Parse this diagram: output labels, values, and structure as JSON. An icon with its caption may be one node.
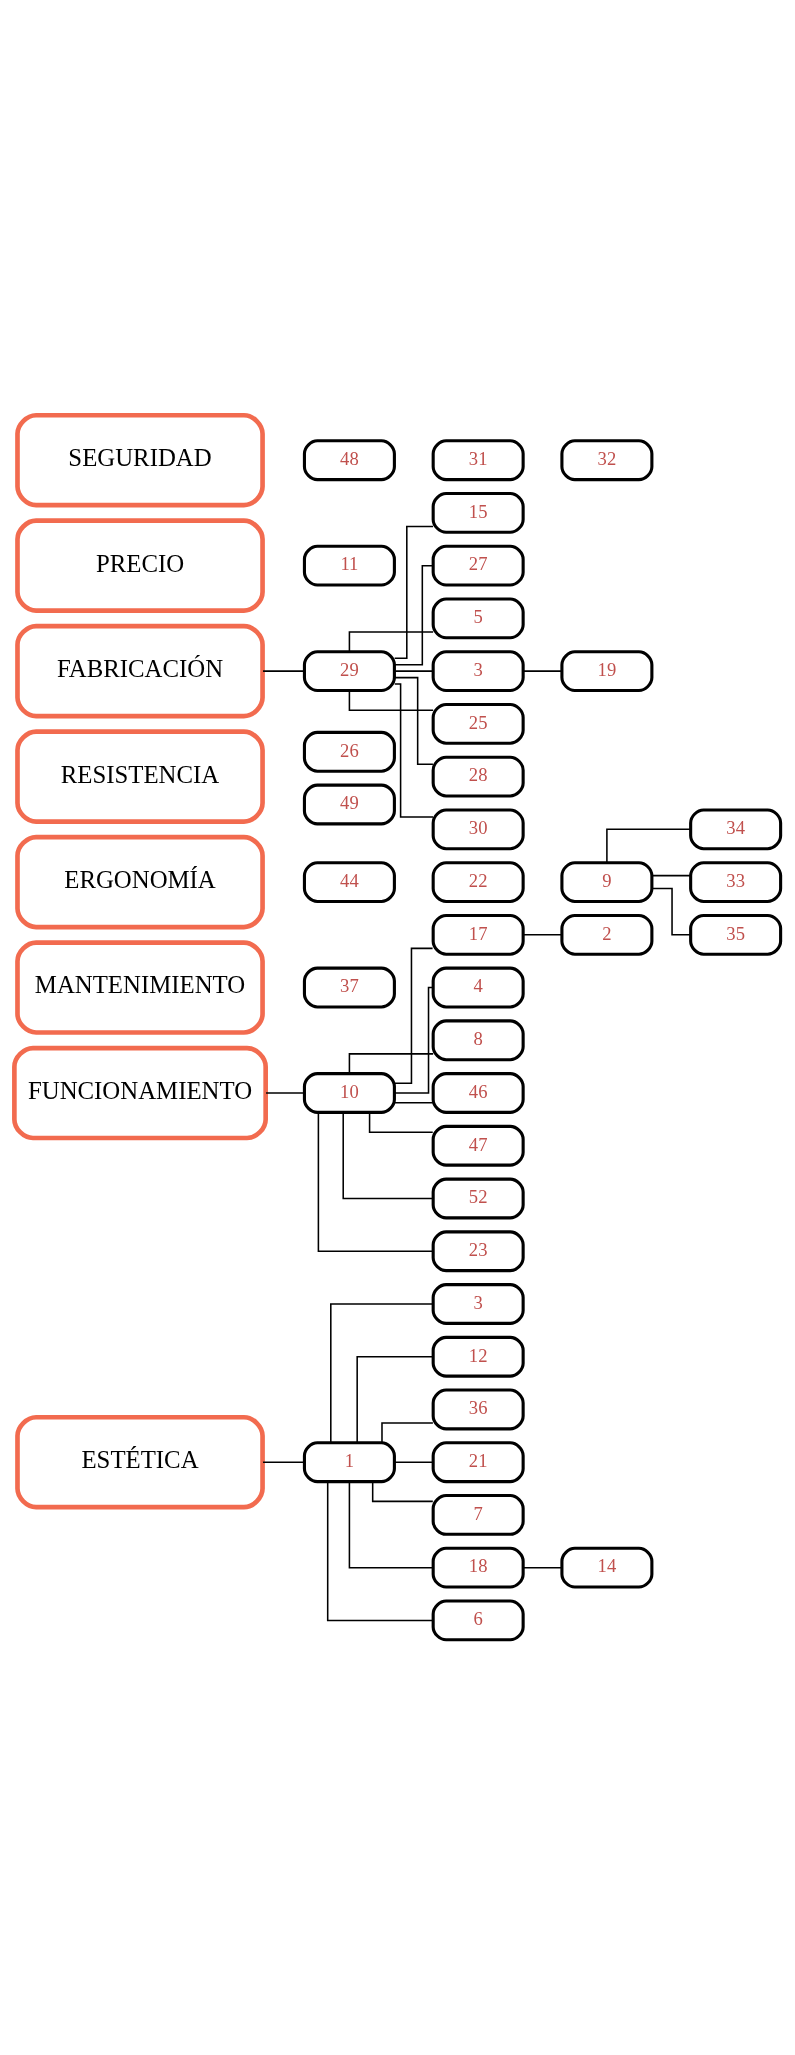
{
  "diagram": {
    "nodes": [
      {
        "text": [
          "ESTÉTICA"
        ]
      },
      {
        "text": [
          "1"
        ]
      },
      {
        "text": [
          "3"
        ]
      },
      {
        "text": [
          "12"
        ]
      },
      {
        "text": [
          "36"
        ]
      },
      {
        "text": [
          "21"
        ]
      },
      {
        "text": [
          "7"
        ]
      },
      {
        "text": [
          "18"
        ]
      },
      {
        "text": [
          "14"
        ]
      },
      {
        "text": [
          "6"
        ]
      },
      {
        "text": [
          "FUNCIONAMIENTO"
        ]
      },
      {
        "text": [
          "10"
        ]
      },
      {
        "text": [
          "17"
        ]
      },
      {
        "text": [
          "2"
        ]
      },
      {
        "text": [
          "4"
        ]
      },
      {
        "text": [
          "8"
        ]
      },
      {
        "text": [
          "46"
        ]
      },
      {
        "text": [
          "47"
        ]
      },
      {
        "text": [
          "52"
        ]
      },
      {
        "text": [
          "23"
        ]
      },
      {
        "text": [
          "MANTENIMIENTO"
        ]
      },
      {
        "text": [
          "37"
        ]
      },
      {
        "text": [
          "ERGONOMÍA"
        ]
      },
      {
        "text": [
          "44"
        ]
      },
      {
        "text": [
          "22"
        ]
      },
      {
        "text": [
          "9"
        ]
      },
      {
        "text": [
          "34"
        ]
      },
      {
        "text": [
          "33"
        ]
      },
      {
        "text": [
          "35"
        ]
      },
      {
        "text": [
          "RESISTENCIA"
        ]
      },
      {
        "text": [
          "26"
        ]
      },
      {
        "text": [
          "49"
        ]
      },
      {
        "text": [
          "FABRICACIÓN"
        ]
      },
      {
        "text": [
          "29"
        ]
      },
      {
        "text": [
          "15"
        ]
      },
      {
        "text": [
          "27"
        ]
      },
      {
        "text": [
          "5"
        ]
      },
      {
        "text": [
          "3"
        ]
      },
      {
        "text": [
          "19"
        ]
      },
      {
        "text": [
          "25"
        ]
      },
      {
        "text": [
          "28"
        ]
      },
      {
        "text": [
          "30"
        ]
      },
      {
        "text": [
          "PRECIO"
        ]
      },
      {
        "text": [
          "11"
        ]
      },
      {
        "text": [
          "SEGURIDAD"
        ]
      },
      {
        "text": [
          "48"
        ]
      },
      {
        "text": [
          "31"
        ]
      },
      {
        "text": [
          "32"
        ]
      }
    ],
    "edges": [
      {
        "from": 0,
        "to": 1,
        "arrow": "none"
      },
      {
        "from": 1,
        "to": 2,
        "arrow": "none"
      },
      {
        "from": 1,
        "to": 3,
        "arrow": "none"
      },
      {
        "from": 1,
        "to": 4,
        "arrow": "none"
      },
      {
        "from": 1,
        "to": 5,
        "arrow": "none"
      },
      {
        "from": 1,
        "to": 6,
        "arrow": "none"
      },
      {
        "from": 1,
        "to": 7,
        "arrow": "none"
      },
      {
        "from": 1,
        "to": 9,
        "arrow": "none"
      },
      {
        "from": 7,
        "to": 8,
        "arrow": "none"
      },
      {
        "from": 10,
        "to": 11,
        "arrow": "none"
      },
      {
        "from": 11,
        "to": 12,
        "arrow": "none"
      },
      {
        "from": 11,
        "to": 14,
        "arrow": "none"
      },
      {
        "from": 11,
        "to": 15,
        "arrow": "none"
      },
      {
        "from": 11,
        "to": 16,
        "arrow": "none"
      },
      {
        "from": 11,
        "to": 17,
        "arrow": "none"
      },
      {
        "from": 11,
        "to": 18,
        "arrow": "none"
      },
      {
        "from": 11,
        "to": 19,
        "arrow": "none"
      },
      {
        "from": 12,
        "to": 13,
        "arrow": "none"
      },
      {
        "from": 25,
        "to": 26,
        "arrow": "none"
      },
      {
        "from": 25,
        "to": 27,
        "arrow": "none"
      },
      {
        "from": 25,
        "to": 28,
        "arrow": "none"
      },
      {
        "from": 32,
        "to": 33,
        "arrow": "none"
      },
      {
        "from": 33,
        "to": 34,
        "arrow": "none"
      },
      {
        "from": 33,
        "to": 35,
        "arrow": "none"
      },
      {
        "from": 33,
        "to": 36,
        "arrow": "none"
      },
      {
        "from": 33,
        "to": 37,
        "arrow": "none"
      },
      {
        "from": 33,
        "to": 39,
        "arrow": "none"
      },
      {
        "from": 33,
        "to": 40,
        "arrow": "none"
      },
      {
        "from": 33,
        "to": 41,
        "arrow": "none"
      },
      {
        "from": 37,
        "to": 38,
        "arrow": "none"
      }
    ]
  }
}
